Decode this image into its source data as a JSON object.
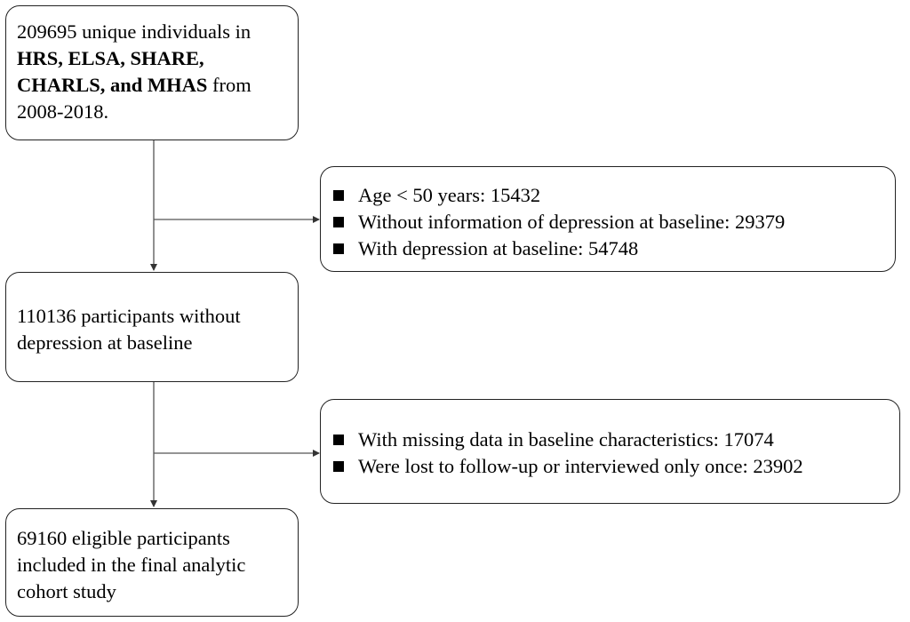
{
  "diagram": {
    "box1": {
      "lines": [
        [
          {
            "t": "209695 unique individuals in",
            "b": false
          }
        ],
        [
          {
            "t": "HRS, ELSA, SHARE,",
            "b": true
          }
        ],
        [
          {
            "t": "CHARLS, and MHAS",
            "b": true
          },
          {
            "t": " from",
            "b": false
          }
        ],
        [
          {
            "t": "2008-2018.",
            "b": false
          }
        ]
      ]
    },
    "exclusion1": {
      "items": [
        "Age < 50 years: 15432",
        "Without information of depression at baseline: 29379",
        "With depression at baseline: 54748"
      ]
    },
    "box2": {
      "lines": [
        "110136 participants without",
        "depression at baseline"
      ]
    },
    "exclusion2": {
      "items": [
        "With missing data in baseline characteristics: 17074",
        "Were lost to follow-up or interviewed only once: 23902"
      ]
    },
    "box3": {
      "lines": [
        "69160 eligible participants",
        "included in the final analytic",
        "cohort study"
      ]
    }
  }
}
